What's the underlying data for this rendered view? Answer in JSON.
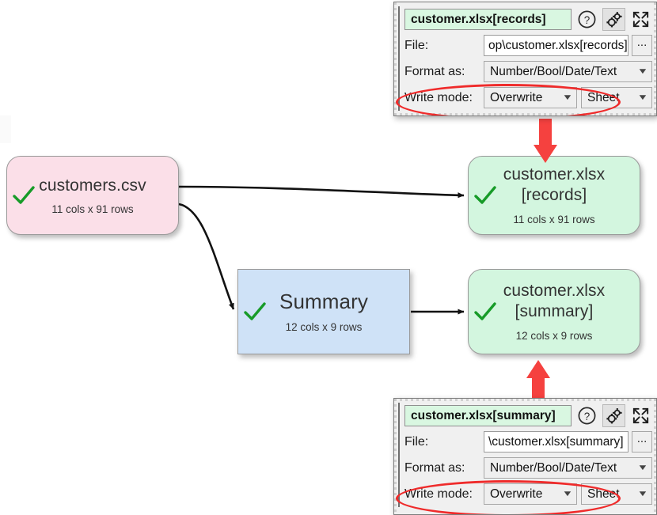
{
  "canvas": {
    "nodes": [
      {
        "id": "customers",
        "title": "customers.csv",
        "sub": "11 cols x 91 rows",
        "shape": "pill",
        "color": "#fbdfe8",
        "status": "ok"
      },
      {
        "id": "records",
        "title": "customer.xlsx\n[records]",
        "sub": "11 cols x 91 rows",
        "shape": "pill",
        "color": "#d3f6df",
        "status": "ok"
      },
      {
        "id": "summary",
        "title": "Summary",
        "sub": "12 cols x 9 rows",
        "shape": "rect",
        "color": "#cfe2f7",
        "status": "ok"
      },
      {
        "id": "xsummary",
        "title": "customer.xlsx\n[summary]",
        "sub": "12 cols x 9 rows",
        "shape": "pill",
        "color": "#d3f6df",
        "status": "ok"
      }
    ],
    "edges": [
      {
        "from": "customers",
        "to": "records"
      },
      {
        "from": "customers",
        "to": "summary"
      },
      {
        "from": "summary",
        "to": "xsummary"
      }
    ],
    "status_icon": "check-icon",
    "status_color": "#179b28"
  },
  "annotations": {
    "highlight_color": "#ef2b2b",
    "arrows": [
      {
        "name": "red-arrow-down-records",
        "direction": "down"
      },
      {
        "name": "red-arrow-up-summary",
        "direction": "up"
      }
    ],
    "ellipses": [
      {
        "name": "write-mode-highlight-records"
      },
      {
        "name": "write-mode-highlight-summary"
      }
    ]
  },
  "panels": [
    {
      "id": "records",
      "title_value": "customer.xlsx[records]",
      "title_bg": "#d9f7e1",
      "buttons": [
        {
          "name": "help-icon",
          "glyph": "?"
        },
        {
          "name": "gear-icon",
          "glyph": "gears"
        },
        {
          "name": "expand-icon",
          "glyph": "expand"
        }
      ],
      "rows": [
        {
          "label": "File:",
          "value": "op\\customer.xlsx[records]",
          "browse_label": "..."
        },
        {
          "label": "Format as:",
          "value": "Number/Bool/Date/Text"
        },
        {
          "label": "Write mode:",
          "value": "Overwrite",
          "value2": "Sheet"
        }
      ]
    },
    {
      "id": "summary",
      "title_value": "customer.xlsx[summary]",
      "title_bg": "#d9f7e1",
      "buttons": [
        {
          "name": "help-icon",
          "glyph": "?"
        },
        {
          "name": "gear-icon",
          "glyph": "gears"
        },
        {
          "name": "expand-icon",
          "glyph": "expand"
        }
      ],
      "rows": [
        {
          "label": "File:",
          "value": "\\customer.xlsx[summary]",
          "browse_label": "..."
        },
        {
          "label": "Format as:",
          "value": "Number/Bool/Date/Text"
        },
        {
          "label": "Write mode:",
          "value": "Overwrite",
          "value2": "Sheet"
        }
      ]
    }
  ]
}
